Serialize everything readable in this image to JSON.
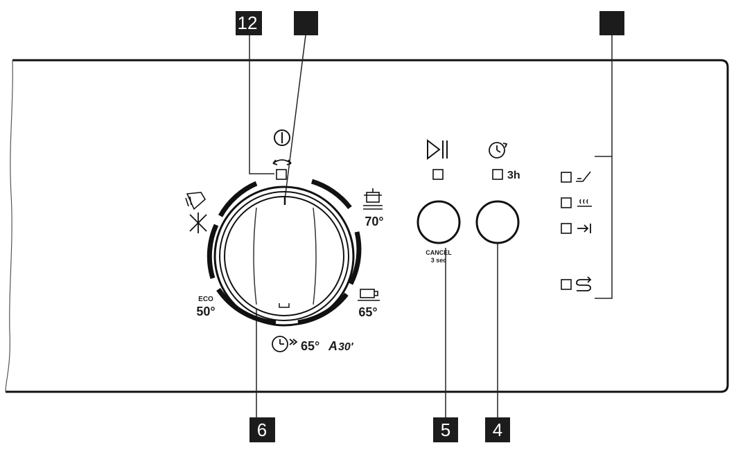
{
  "callouts": [
    {
      "id": "c12",
      "label": "12"
    },
    {
      "id": "c_unlabeled_1",
      "label": ""
    },
    {
      "id": "c_unlabeled_2",
      "label": ""
    },
    {
      "id": "c6",
      "label": "6"
    },
    {
      "id": "c5",
      "label": "5"
    },
    {
      "id": "c4",
      "label": "4"
    }
  ],
  "dial": {
    "programs": {
      "eco": {
        "name": "ECO",
        "temp": "50°"
      },
      "intensive": {
        "temp": "70°"
      },
      "glass": {
        "temp": "65°"
      },
      "quick": {
        "temp": "65°",
        "mode": "A",
        "time": "30'"
      }
    }
  },
  "buttons": {
    "start_cancel": {
      "cancel_label": "CANCEL",
      "cancel_hint": "3 sec"
    },
    "delay": {
      "option_label": "3h"
    }
  },
  "icons": [
    "power-icon",
    "rotate-arrow-icon",
    "prewash-icon",
    "rinse-star-icon",
    "pot-intensive-icon",
    "cup-glass-icon",
    "quick-clock-icon",
    "play-pause-icon",
    "delay-timer-icon",
    "salt-indicator-icon",
    "rinse-aid-indicator-icon",
    "end-indicator-icon",
    "multitab-indicator-icon"
  ]
}
